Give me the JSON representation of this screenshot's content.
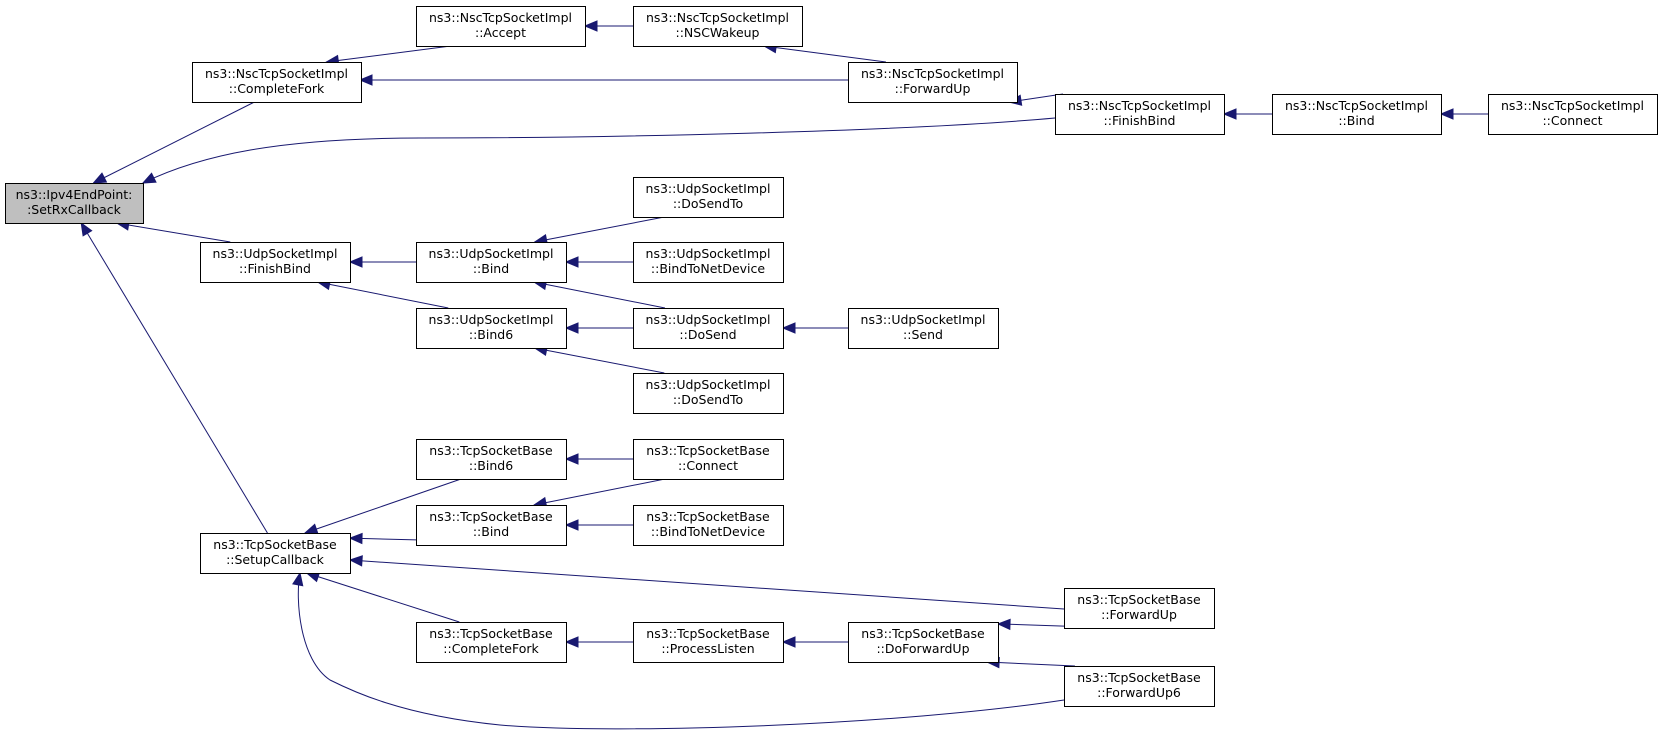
{
  "colors": {
    "edge": "#191970",
    "root_fill": "#bfbfbf",
    "node_fill": "#ffffff",
    "border": "#000000"
  },
  "nodes": [
    {
      "id": "n0",
      "line1": "ns3::Ipv4EndPoint:",
      "line2": ":SetRxCallback",
      "root": true
    },
    {
      "id": "n1",
      "line1": "ns3::NscTcpSocketImpl",
      "line2": "::CompleteFork"
    },
    {
      "id": "n2",
      "line1": "ns3::NscTcpSocketImpl",
      "line2": "::Accept"
    },
    {
      "id": "n3",
      "line1": "ns3::NscTcpSocketImpl",
      "line2": "::NSCWakeup"
    },
    {
      "id": "n4",
      "line1": "ns3::NscTcpSocketImpl",
      "line2": "::ForwardUp"
    },
    {
      "id": "n5",
      "line1": "ns3::NscTcpSocketImpl",
      "line2": "::FinishBind"
    },
    {
      "id": "n6",
      "line1": "ns3::NscTcpSocketImpl",
      "line2": "::Bind"
    },
    {
      "id": "n7",
      "line1": "ns3::NscTcpSocketImpl",
      "line2": "::Connect"
    },
    {
      "id": "n8",
      "line1": "ns3::UdpSocketImpl",
      "line2": "::FinishBind"
    },
    {
      "id": "n9",
      "line1": "ns3::UdpSocketImpl",
      "line2": "::Bind"
    },
    {
      "id": "n10",
      "line1": "ns3::UdpSocketImpl",
      "line2": "::Bind6"
    },
    {
      "id": "n11",
      "line1": "ns3::UdpSocketImpl",
      "line2": "::DoSendTo"
    },
    {
      "id": "n12",
      "line1": "ns3::UdpSocketImpl",
      "line2": "::BindToNetDevice"
    },
    {
      "id": "n13",
      "line1": "ns3::UdpSocketImpl",
      "line2": "::DoSend"
    },
    {
      "id": "n14",
      "line1": "ns3::UdpSocketImpl",
      "line2": "::DoSendTo"
    },
    {
      "id": "n15",
      "line1": "ns3::UdpSocketImpl",
      "line2": "::Send"
    },
    {
      "id": "n16",
      "line1": "ns3::TcpSocketBase",
      "line2": "::SetupCallback"
    },
    {
      "id": "n17",
      "line1": "ns3::TcpSocketBase",
      "line2": "::Bind6"
    },
    {
      "id": "n18",
      "line1": "ns3::TcpSocketBase",
      "line2": "::Bind"
    },
    {
      "id": "n19",
      "line1": "ns3::TcpSocketBase",
      "line2": "::CompleteFork"
    },
    {
      "id": "n20",
      "line1": "ns3::TcpSocketBase",
      "line2": "::Connect"
    },
    {
      "id": "n21",
      "line1": "ns3::TcpSocketBase",
      "line2": "::BindToNetDevice"
    },
    {
      "id": "n22",
      "line1": "ns3::TcpSocketBase",
      "line2": "::ProcessListen"
    },
    {
      "id": "n23",
      "line1": "ns3::TcpSocketBase",
      "line2": "::DoForwardUp"
    },
    {
      "id": "n24",
      "line1": "ns3::TcpSocketBase",
      "line2": "::ForwardUp"
    },
    {
      "id": "n25",
      "line1": "ns3::TcpSocketBase",
      "line2": "::ForwardUp6"
    }
  ],
  "edges": [
    {
      "from": "n1",
      "to": "n0"
    },
    {
      "from": "n5",
      "to": "n0"
    },
    {
      "from": "n8",
      "to": "n0"
    },
    {
      "from": "n16",
      "to": "n0"
    },
    {
      "from": "n2",
      "to": "n1"
    },
    {
      "from": "n4",
      "to": "n1"
    },
    {
      "from": "n3",
      "to": "n2"
    },
    {
      "from": "n4",
      "to": "n3"
    },
    {
      "from": "n5",
      "to": "n4"
    },
    {
      "from": "n6",
      "to": "n5"
    },
    {
      "from": "n7",
      "to": "n6"
    },
    {
      "from": "n9",
      "to": "n8"
    },
    {
      "from": "n10",
      "to": "n8"
    },
    {
      "from": "n11",
      "to": "n9"
    },
    {
      "from": "n12",
      "to": "n9"
    },
    {
      "from": "n13",
      "to": "n9"
    },
    {
      "from": "n13",
      "to": "n10"
    },
    {
      "from": "n14",
      "to": "n10"
    },
    {
      "from": "n15",
      "to": "n13"
    },
    {
      "from": "n17",
      "to": "n16"
    },
    {
      "from": "n18",
      "to": "n16"
    },
    {
      "from": "n19",
      "to": "n16"
    },
    {
      "from": "n24",
      "to": "n16"
    },
    {
      "from": "n25",
      "to": "n16"
    },
    {
      "from": "n20",
      "to": "n17"
    },
    {
      "from": "n20",
      "to": "n18"
    },
    {
      "from": "n21",
      "to": "n18"
    },
    {
      "from": "n22",
      "to": "n19"
    },
    {
      "from": "n23",
      "to": "n22"
    },
    {
      "from": "n24",
      "to": "n23"
    },
    {
      "from": "n25",
      "to": "n23"
    }
  ]
}
